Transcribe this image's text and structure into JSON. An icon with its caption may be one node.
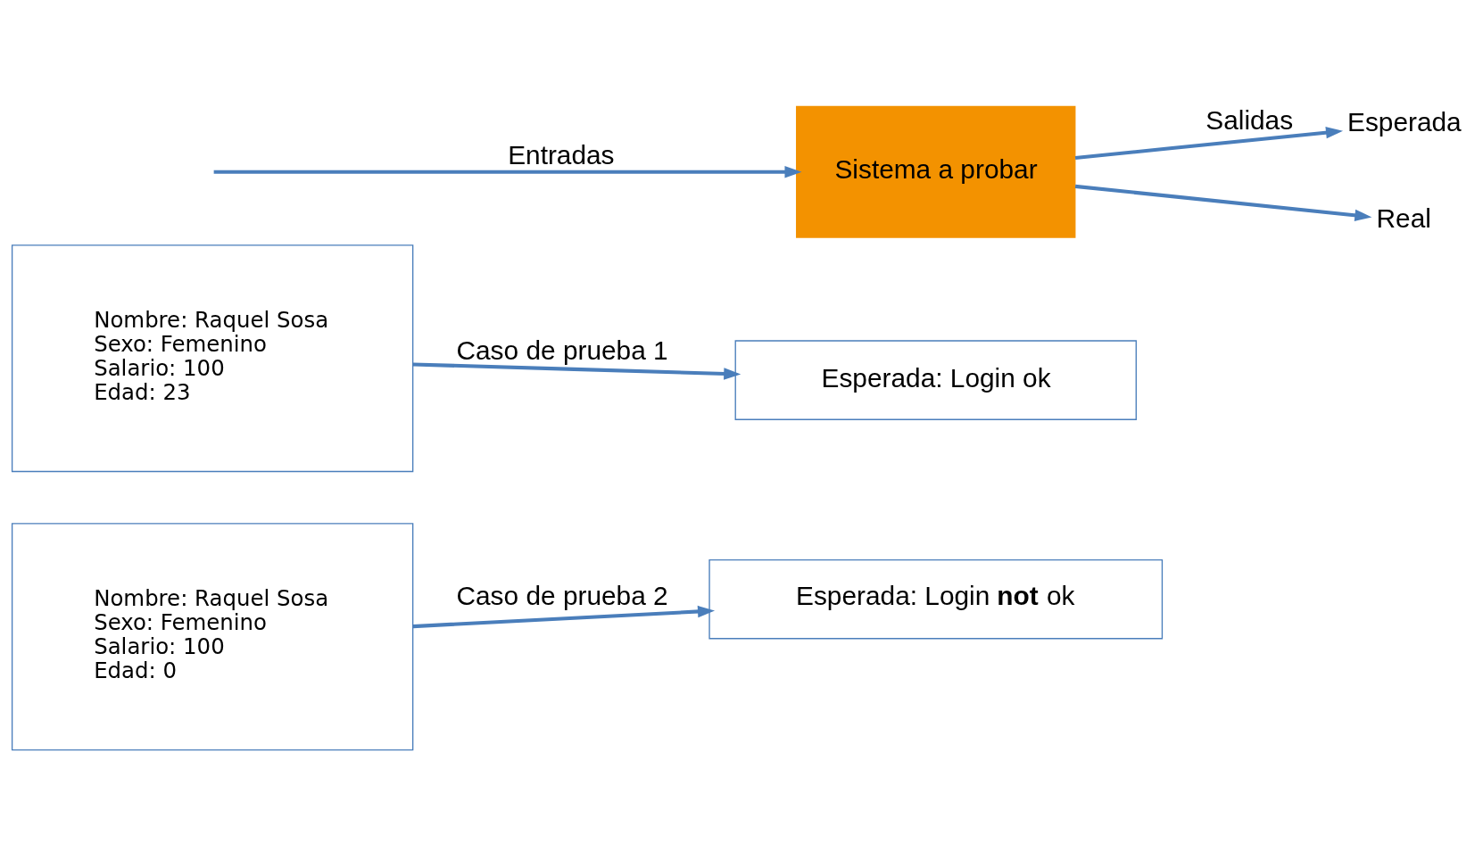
{
  "diagram": {
    "nodes": [
      {
        "text": [
          "Sistema a probar"
        ]
      },
      {
        "text": [
          "Esperada"
        ]
      },
      {
        "text": [
          "Real"
        ]
      },
      {
        "text": [
          "Nombre: Raquel Sosa",
          "Sexo: Femenino",
          "Salario: 100",
          "Edad: 23"
        ]
      },
      {
        "text": [
          "Esperada: Login ok"
        ]
      },
      {
        "text": [
          "Nombre: Raquel Sosa",
          "Sexo: Femenino",
          "Salario: 100",
          "Edad: 0"
        ]
      },
      {
        "text": [
          "Esperada: Login **not** ok"
        ]
      }
    ],
    "edges": [
      {
        "from": null,
        "to": 0,
        "arrow": "to",
        "label": "Entradas"
      },
      {
        "from": 0,
        "to": 1,
        "arrow": "to",
        "label": "Salidas"
      },
      {
        "from": 0,
        "to": 2,
        "arrow": "to"
      },
      {
        "from": 3,
        "to": 4,
        "arrow": "to",
        "label": "Caso de prueba 1"
      },
      {
        "from": 5,
        "to": 6,
        "arrow": "to",
        "label": "Caso de prueba 2"
      }
    ]
  }
}
